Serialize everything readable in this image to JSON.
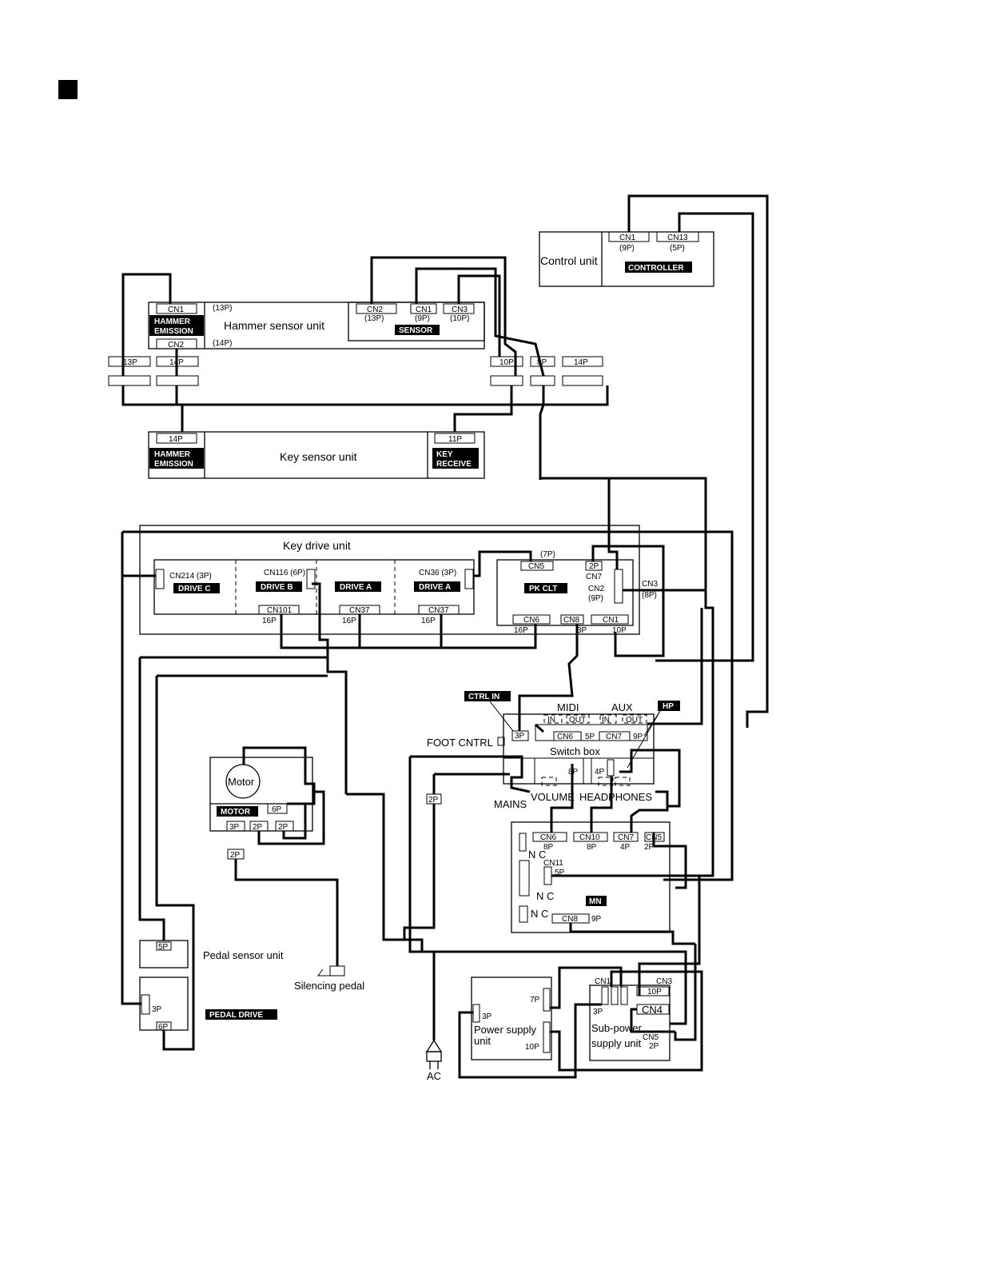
{
  "units": {
    "control_unit": "Control unit",
    "hammer_sensor_unit": "Hammer sensor unit",
    "key_sensor_unit": "Key sensor unit",
    "key_drive_unit": "Key drive unit",
    "switch_box": "Switch box",
    "pedal_sensor_unit": "Pedal sensor unit",
    "silencing_pedal": "Silencing pedal",
    "power_supply_line1": "Power supply",
    "power_supply_line2": "unit",
    "sub_power_line1": "Sub-power",
    "sub_power_line2": "supply unit",
    "motor": "Motor",
    "ac": "AC"
  },
  "boards": {
    "controller": "CONTROLLER",
    "hammer_emission_1": "HAMMER",
    "hammer_emission_2": "EMISSION",
    "sensor": "SENSOR",
    "key_receive_1": "KEY",
    "key_receive_2": "RECEIVE",
    "drive_c": "DRIVE C",
    "drive_b": "DRIVE B",
    "drive_a1": "DRIVE A",
    "drive_a2": "DRIVE A",
    "pk_clt": "PK CLT",
    "ctrl_in": "CTRL IN",
    "hp": "HP",
    "motor_board": "MOTOR",
    "mn": "MN",
    "pedal_drive": "PEDAL DRIVE"
  },
  "labels": {
    "foot_cntrl": "FOOT CNTRL",
    "mains": "MAINS",
    "volume": "VOLUME",
    "headphones": "HEADPHONES",
    "midi": "MIDI",
    "aux": "AUX",
    "in": "IN",
    "out": "OUT",
    "nc": "N C"
  },
  "connectors": {
    "ctrl_cn1": "CN1",
    "ctrl_cn1_p": "(9P)",
    "ctrl_cn13": "CN13",
    "ctrl_cn13_p": "(5P)",
    "hs_cn1": "CN1",
    "hs_cn1_p": "(13P)",
    "hs_cn2": "CN2",
    "hs_cn2_p": "(14P)",
    "sen_cn2": "CN2",
    "sen_cn2_p": "(13P)",
    "sen_cn1": "CN1",
    "sen_cn1_p": "(9P)",
    "sen_cn3": "CN3",
    "sen_cn3_p": "(10P)",
    "p13": "13P",
    "p14a": "14P",
    "p10": "10P",
    "p8": "8P",
    "p14b": "14P",
    "ks_14p": "14P",
    "ks_11p": "11P",
    "cn214": "CN214  (3P)",
    "cn116": "CN116  (6P)",
    "cn36": "CN36  (3P)",
    "cn101": "CN101",
    "cn37a": "CN37",
    "cn37b": "CN37",
    "p16a": "16P",
    "p16b": "16P",
    "p16c": "16P",
    "pk_7p": "(7P)",
    "pk_cn5": "CN5",
    "pk_2p": "2P",
    "pk_cn7": "CN7",
    "pk_cn2": "CN2",
    "pk_9p": "(9P)",
    "pk_cn3": "CN3",
    "pk_8p": "(8P)",
    "pk_cn6": "CN6",
    "pk_cn8": "CN8",
    "pk_cn1": "CN1",
    "pk_16p": "16P",
    "pk_3p": "3P",
    "pk_10p": "10P",
    "sw_3p": "3P",
    "sw_cn6": "CN6",
    "sw_5p": "5P",
    "sw_cn7": "CN7",
    "sw_9p": "9P",
    "sw_8p": "8P",
    "sw_4p": "4P",
    "mains_2p": "2P",
    "mn_cn6": "CN6",
    "mn_8p_a": "8P",
    "mn_cn10": "CN10",
    "mn_8p_b": "8P",
    "mn_cn7": "CN7",
    "mn_4p": "4P",
    "mn_cn5": "CN5",
    "mn_2p": "2P",
    "mn_cn11": "CN11",
    "mn_5p": "5P",
    "mn_cn8": "CN8",
    "mn_9p": "9P",
    "motor_6p": "6P",
    "motor_3p": "3P",
    "motor_2p_a": "2P",
    "motor_2p_b": "2P",
    "motor_2p_c": "2P",
    "ped_5p": "5P",
    "ped_3p": "3P",
    "ped_6p": "6P",
    "ps_7p": "7P",
    "ps_3p": "3P",
    "ps_10p": "10P",
    "sp_cn1": "CN1",
    "sp_cn3": "CN3",
    "sp_10p": "10P",
    "sp_cn4": "CN4",
    "sp_3p": "3P",
    "sp_cn5": "CN5",
    "sp_2p": "2P"
  }
}
